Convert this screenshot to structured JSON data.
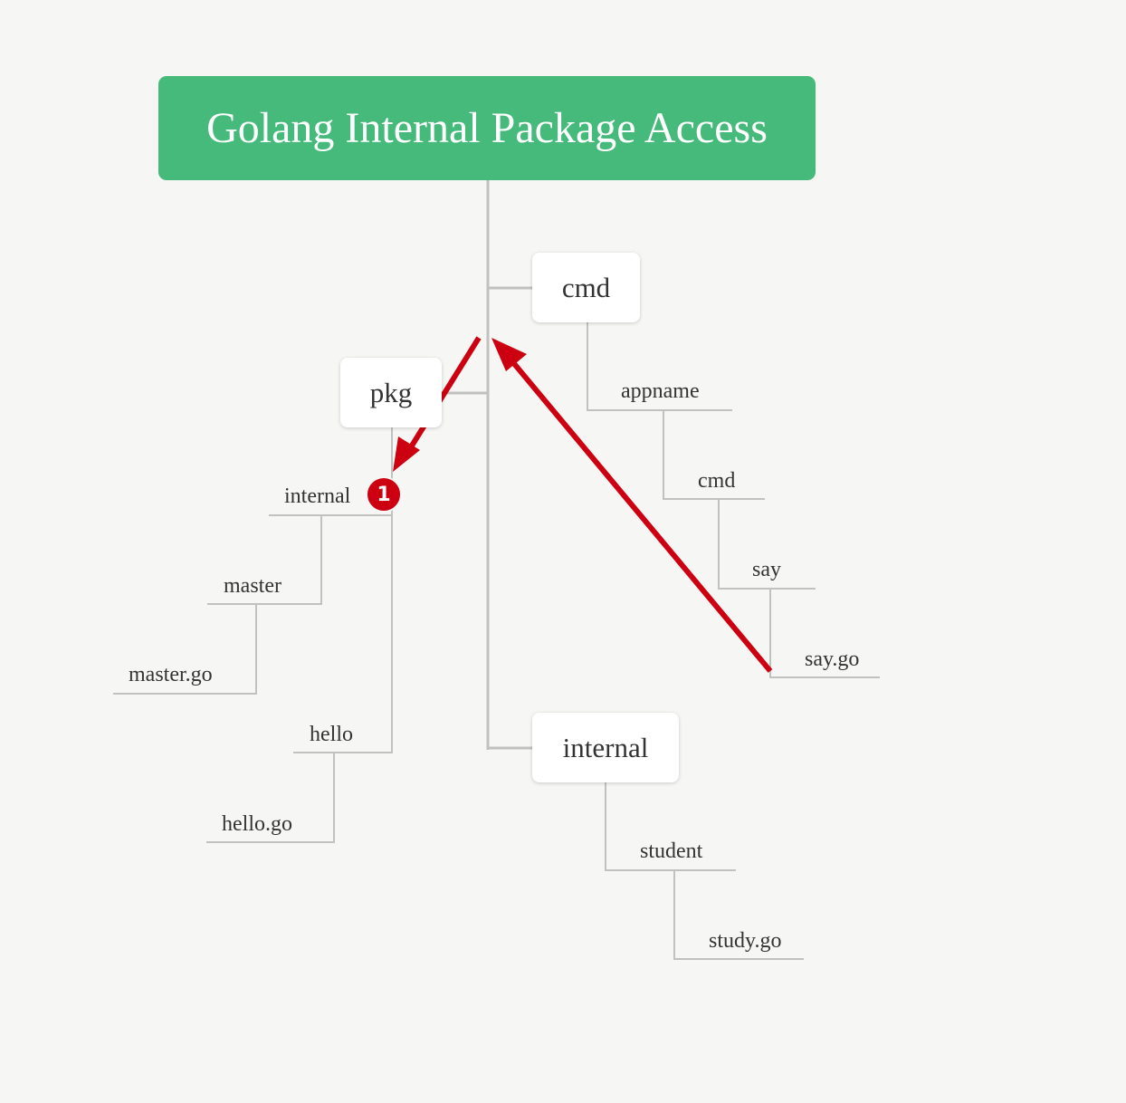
{
  "root": {
    "title": "Golang Internal Package Access"
  },
  "nodes": {
    "cmd": "cmd",
    "pkg": "pkg",
    "internal": "internal"
  },
  "leaves": {
    "appname": "appname",
    "cmd_sub": "cmd",
    "say": "say",
    "say_go": "say.go",
    "pkg_internal": "internal",
    "master": "master",
    "master_go": "master.go",
    "hello": "hello",
    "hello_go": "hello.go",
    "student": "student",
    "study_go": "study.go"
  },
  "badge": {
    "label": "1"
  },
  "colors": {
    "root_bg": "#45ba7a",
    "connector": "#c0c2bf",
    "arrow": "#cc0011",
    "background": "#f6f7f5"
  }
}
